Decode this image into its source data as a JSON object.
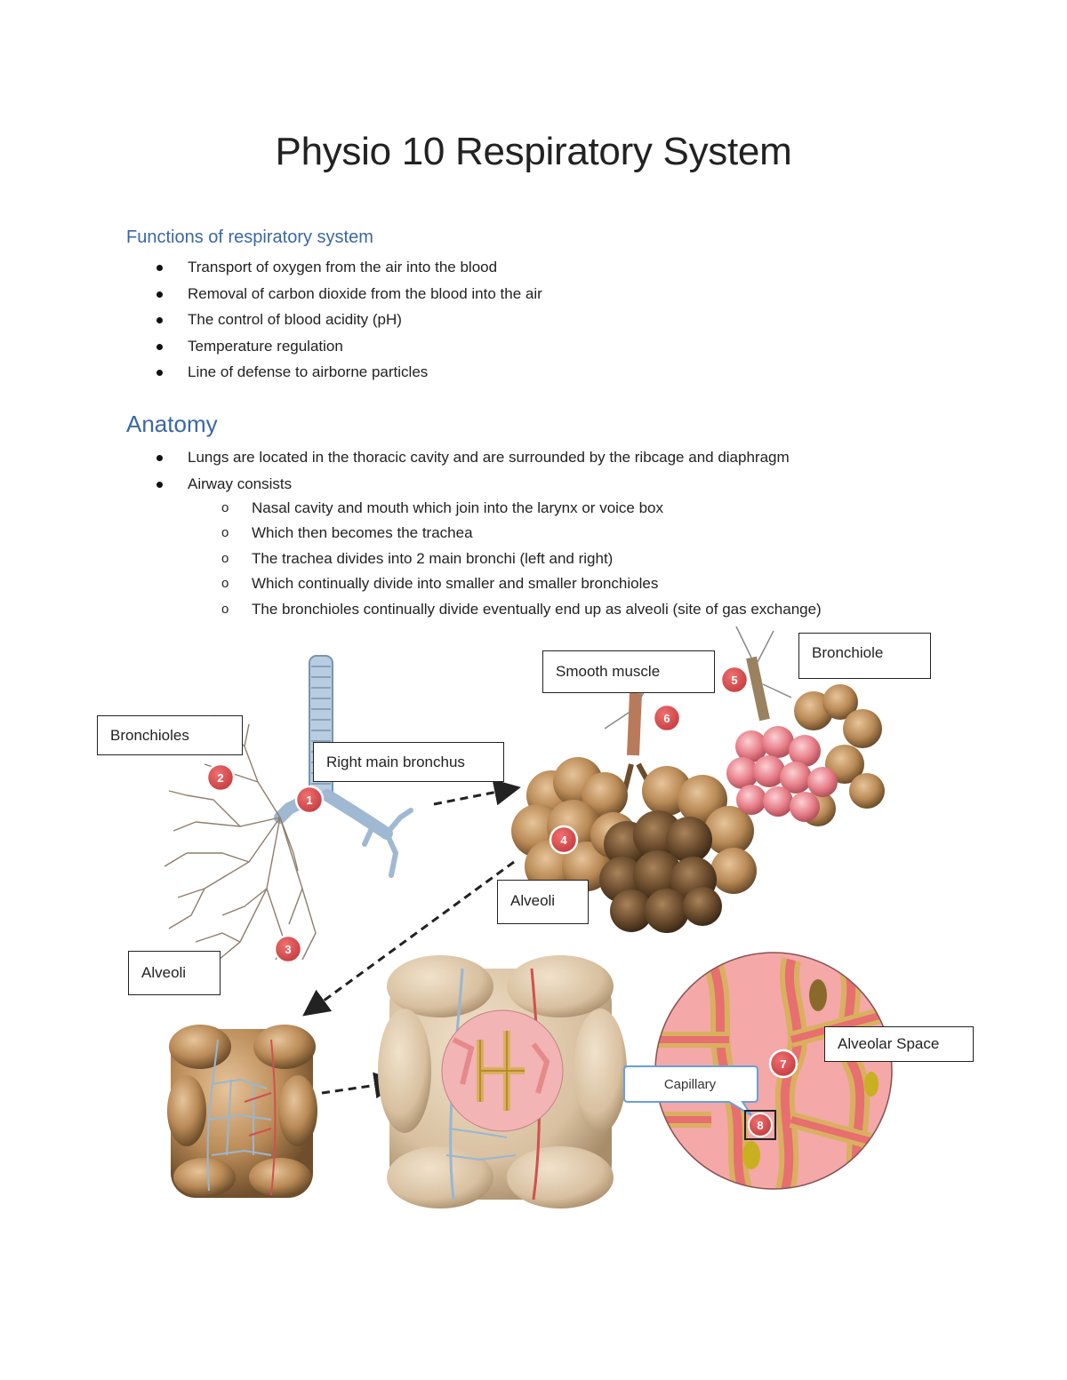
{
  "title": "Physio 10 Respiratory System",
  "functions": {
    "heading": "Functions of respiratory system",
    "items": [
      "Transport of oxygen from the air into the blood",
      "Removal of carbon dioxide from the blood into the air",
      "The control of blood acidity (pH)",
      "Temperature regulation",
      "Line of defense to airborne particles"
    ]
  },
  "anatomy": {
    "heading": "Anatomy",
    "items": [
      "Lungs are located in the thoracic cavity and are surrounded by the ribcage and diaphragm",
      "Airway consists"
    ],
    "subitems": [
      "Nasal cavity and mouth which join into the larynx or voice box",
      "Which then becomes the trachea",
      "The trachea divides into 2 main bronchi (left and right)",
      "Which continually divide into smaller and smaller bronchioles",
      "The bronchioles continually divide eventually end up as alveoli (site of gas exchange)"
    ]
  },
  "figure": {
    "labels": {
      "bronchioles": "Bronchioles",
      "right_main_bronchus": "Right main bronchus",
      "alveoli_left": "Alveoli",
      "smooth_muscle": "Smooth muscle",
      "bronchiole": "Bronchiole",
      "alveoli_mid": "Alveoli",
      "alveolar_space": "Alveolar Space",
      "capillary": "Capillary"
    },
    "markers": [
      "1",
      "2",
      "3",
      "4",
      "5",
      "6",
      "7",
      "8"
    ],
    "colors": {
      "airway": "#9fb9d2",
      "alveoli_tan": "#c39a68",
      "alveoli_dark": "#7a5a36",
      "alveoli_pink": "#e8808a",
      "tissue_pink": "#f2a0a0",
      "marker_red": "#d8474a"
    }
  }
}
